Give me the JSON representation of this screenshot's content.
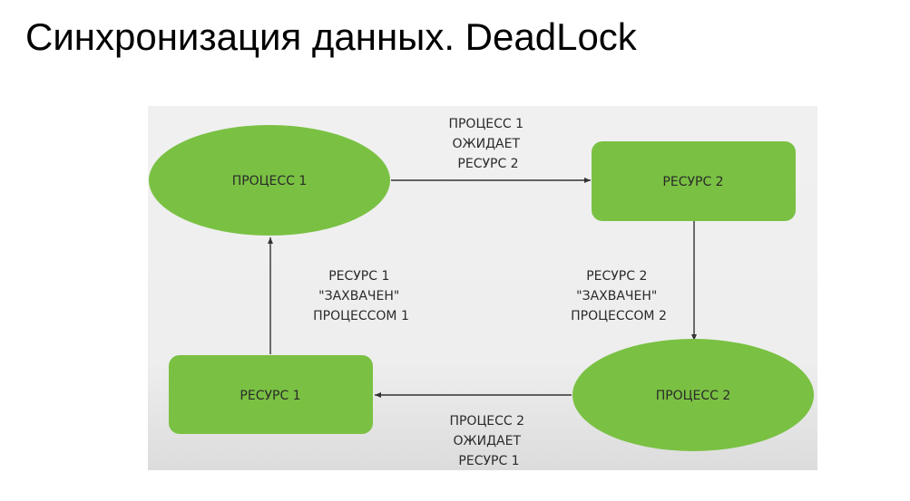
{
  "title": "Синхронизация данных. DeadLock",
  "diagram": {
    "colors": {
      "node_fill": "#7ac143",
      "edge": "#333333"
    },
    "nodes": {
      "process1": {
        "shape": "ellipse",
        "label": "ПРОЦЕСС 1"
      },
      "resource2": {
        "shape": "rounded-rectangle",
        "label": "РЕСУРС 2"
      },
      "process2": {
        "shape": "ellipse",
        "label": "ПРОЦЕСС 2"
      },
      "resource1": {
        "shape": "rounded-rectangle",
        "label": "РЕСУРС 1"
      }
    },
    "edges": {
      "p1_to_r2": {
        "from": "process1",
        "to": "resource2",
        "label": [
          "ПРОЦЕСС 1",
          "ОЖИДАЕТ",
          "РЕСУРС 2"
        ]
      },
      "r2_to_p2": {
        "from": "resource2",
        "to": "process2",
        "label": [
          "РЕСУРС 2",
          "\"ЗАХВАЧЕН\"",
          "ПРОЦЕССОМ 2"
        ]
      },
      "p2_to_r1": {
        "from": "process2",
        "to": "resource1",
        "label": [
          "ПРОЦЕСС 2",
          "ОЖИДАЕТ",
          "РЕСУРС 1"
        ]
      },
      "r1_to_p1": {
        "from": "resource1",
        "to": "process1",
        "label": [
          "РЕСУРС 1",
          "\"ЗАХВАЧЕН\"",
          "ПРОЦЕССОМ 1"
        ]
      }
    }
  }
}
